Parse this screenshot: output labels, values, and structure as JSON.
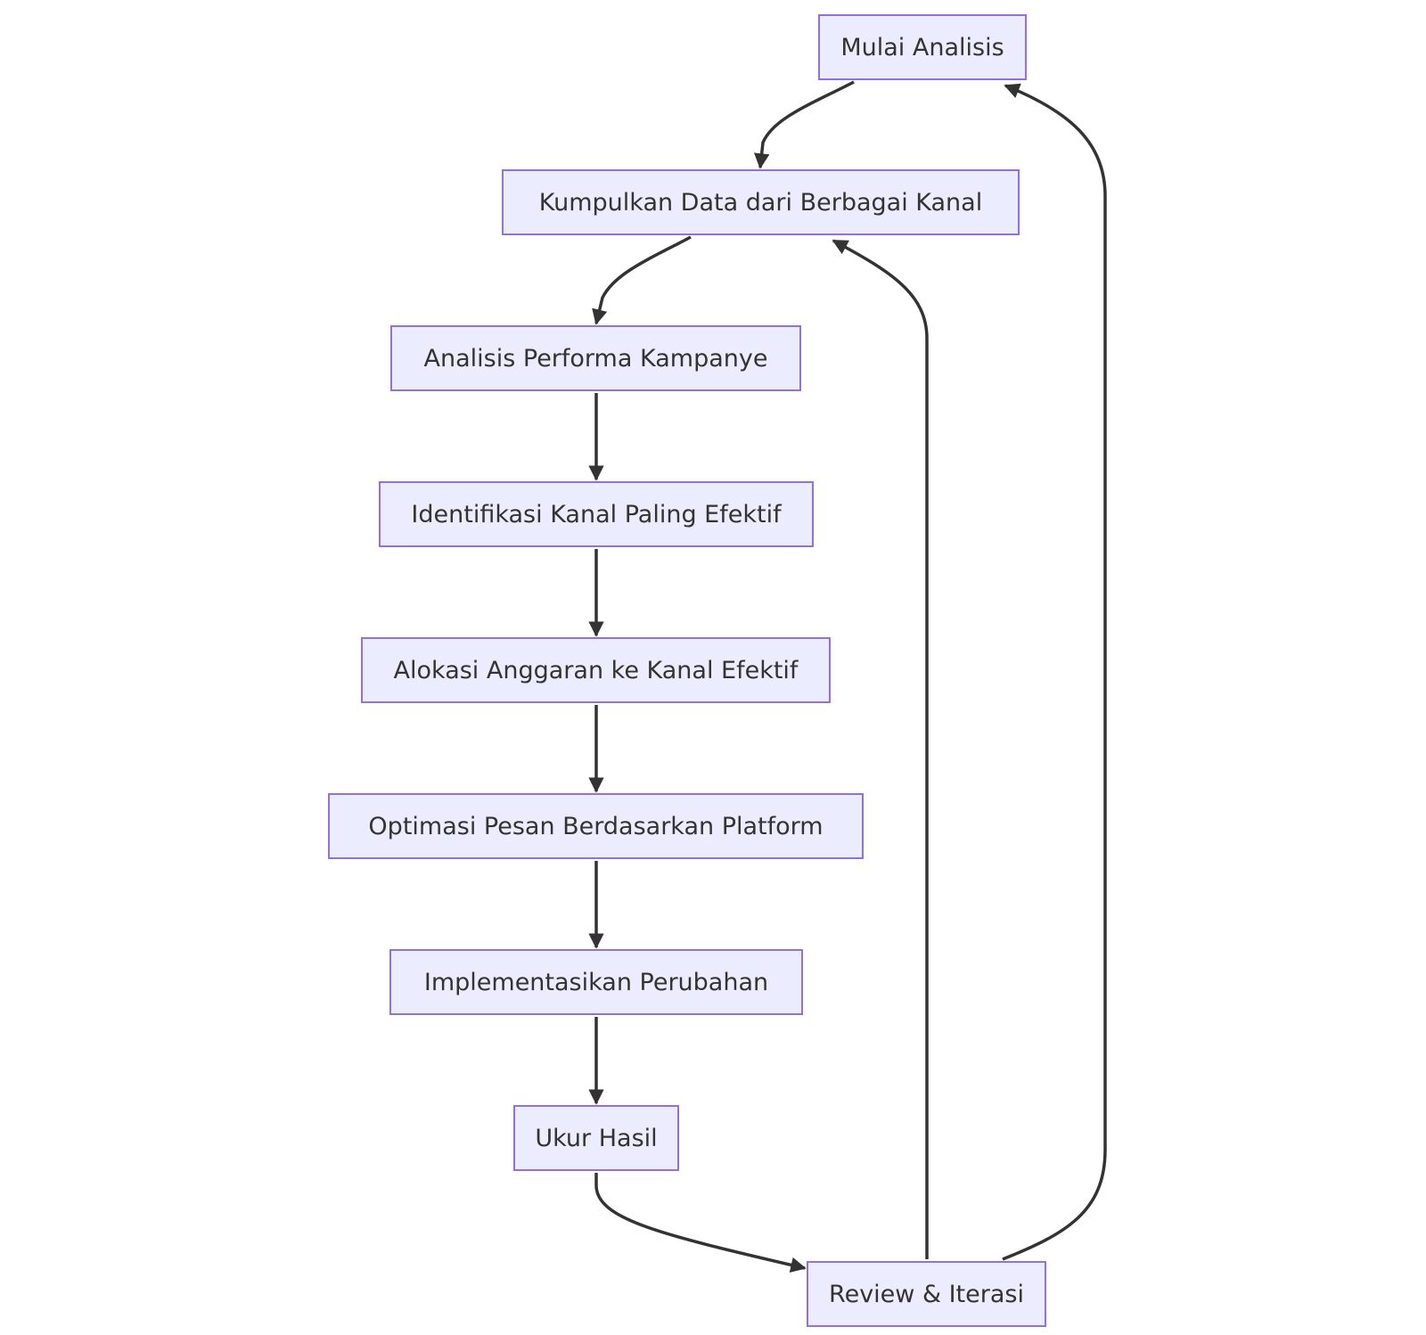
{
  "nodes": {
    "start": "Mulai Analisis",
    "collect": "Kumpulkan Data dari Berbagai Kanal",
    "analyze": "Analisis Performa Kampanye",
    "identify": "Identifikasi Kanal Paling Efektif",
    "allocate": "Alokasi Anggaran ke Kanal Efektif",
    "optimize": "Optimasi Pesan Berdasarkan Platform",
    "implement": "Implementasikan Perubahan",
    "measure": "Ukur Hasil",
    "review": "Review & Iterasi"
  },
  "edges": [
    {
      "from": "start",
      "to": "collect"
    },
    {
      "from": "collect",
      "to": "analyze"
    },
    {
      "from": "analyze",
      "to": "identify"
    },
    {
      "from": "identify",
      "to": "allocate"
    },
    {
      "from": "allocate",
      "to": "optimize"
    },
    {
      "from": "optimize",
      "to": "implement"
    },
    {
      "from": "implement",
      "to": "measure"
    },
    {
      "from": "measure",
      "to": "review"
    },
    {
      "from": "review",
      "to": "collect"
    },
    {
      "from": "review",
      "to": "start"
    }
  ],
  "colors": {
    "node_fill": "#ececff",
    "node_border": "#9370db",
    "edge": "#333333",
    "text": "#333333"
  }
}
